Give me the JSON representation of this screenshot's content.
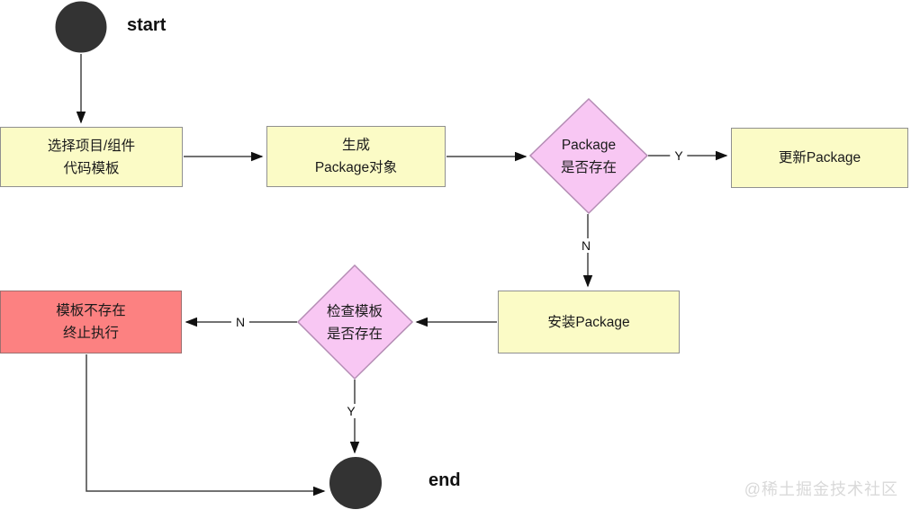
{
  "diagram_title": "package-install-flowchart",
  "terminals": {
    "start_label": "start",
    "end_label": "end"
  },
  "nodes": {
    "select_template": {
      "line1": "选择项目/组件",
      "line2": "代码模板"
    },
    "generate_package": {
      "line1": "生成",
      "line2": "Package对象"
    },
    "package_exists": {
      "line1": "Package",
      "line2": "是否存在"
    },
    "update_package": {
      "label": "更新Package"
    },
    "install_package": {
      "label": "安装Package"
    },
    "check_template": {
      "line1": "检查模板",
      "line2": "是否存在"
    },
    "template_missing": {
      "line1": "模板不存在",
      "line2": "终止执行"
    }
  },
  "edge_labels": {
    "package_exists_yes": "Y",
    "package_exists_no": "N",
    "check_template_no": "N",
    "check_template_yes": "Y"
  },
  "watermark": "@稀土掘金技术社区",
  "colors": {
    "process_fill": "#fbfbc6",
    "process_border": "#909090",
    "decision_fill": "#f8c7f3",
    "decision_border": "#b48cb4",
    "error_fill": "#fc8181",
    "error_border": "#9c6f6f",
    "terminal_fill": "#333333",
    "edge_stroke": "#444444",
    "watermark_color": "#d9d9d9"
  }
}
